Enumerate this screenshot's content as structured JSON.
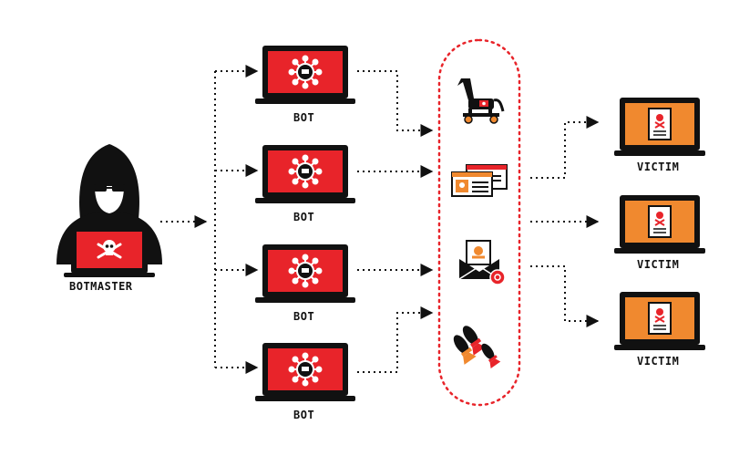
{
  "botmaster": {
    "label": "BOTMASTER"
  },
  "bots": [
    {
      "label": "BOT"
    },
    {
      "label": "BOT"
    },
    {
      "label": "BOT"
    },
    {
      "label": "BOT"
    }
  ],
  "attack_types": [
    {
      "icon": "trojan-horse-icon"
    },
    {
      "icon": "spam-ads-icon"
    },
    {
      "icon": "phishing-email-icon"
    },
    {
      "icon": "bombs-icon"
    }
  ],
  "victims": [
    {
      "label": "VICTIM"
    },
    {
      "label": "VICTIM"
    },
    {
      "label": "VICTIM"
    }
  ],
  "colors": {
    "bot_screen": "#e8242a",
    "victim_screen": "#f0892f",
    "outline": "#111111",
    "capsule_border": "#e8242a"
  }
}
